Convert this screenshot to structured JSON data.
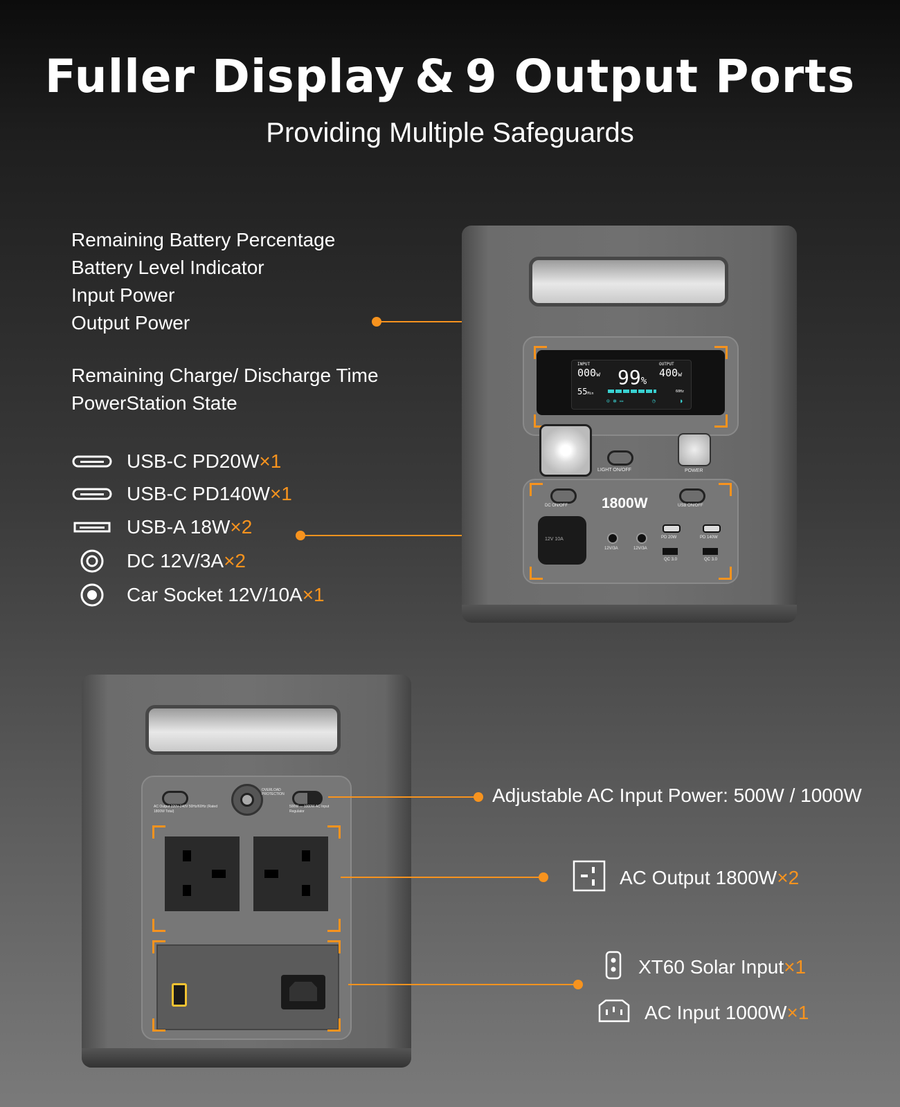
{
  "header": {
    "title_part1": "Fuller Display",
    "title_amp": "&",
    "title_part2": "9 Output Ports",
    "subtitle": "Providing Multiple Safeguards"
  },
  "display_features": [
    "Remaining Battery Percentage",
    "Battery Level Indicator",
    "Input Power",
    "Output Power"
  ],
  "display_features_2": [
    "Remaining Charge/ Discharge Time",
    "PowerStation State"
  ],
  "ports": [
    {
      "icon": "usb-c-icon",
      "label": "USB-C PD20W ",
      "count": "×1"
    },
    {
      "icon": "usb-c-icon",
      "label": "USB-C PD140W  ",
      "count": "×1"
    },
    {
      "icon": "usb-a-icon",
      "label": "USB-A 18W",
      "count": "×2"
    },
    {
      "icon": "dc-port-icon",
      "label": "DC 12V/3A ",
      "count": "×2"
    },
    {
      "icon": "car-socket-icon",
      "label": "Car Socket 12V/10A ",
      "count": "×1"
    }
  ],
  "rear_labels": {
    "ac_input_adjust": "Adjustable AC Input Power: 500W / 1000W",
    "ac_output": {
      "label": "AC Output 1800W ",
      "count": "×2"
    },
    "xt60": {
      "label": "XT60 Solar Input ",
      "count": "×1"
    },
    "ac_input": {
      "label": "AC Input 1000W ",
      "count": "×1"
    }
  },
  "front_device": {
    "screen": {
      "input_label": "INPUT",
      "input_value": "000",
      "input_unit": "w",
      "percent": "99",
      "percent_unit": "%",
      "output_label": "OUTPUT",
      "output_value": "400",
      "output_unit": "w",
      "time_value": "55",
      "time_unit": "Min",
      "freq": "60Hz"
    },
    "light_label": "LIGHT ON/OFF",
    "power_label": "POWER",
    "dc_label": "DC ON/OFF",
    "power_rating": "1800W",
    "usb_label": "USB ON/OFF",
    "car_label": "12V 10A",
    "dc1_label": "12V/3A",
    "dc2_label": "12V/3A",
    "pd20_label": "PD 20W",
    "pd140_label": "PD 140W",
    "qc1_label": "QC 3.0",
    "qc2_label": "QC 3.0"
  },
  "rear_device": {
    "ac_switch_label": "AC Output 220V-240V 50Hz/60Hz (Rated 1800W Total)",
    "overload_label": "OVERLOAD PROTECTION",
    "regulator_label": "500W ⇔ 1000W AC Input Regulator"
  },
  "colors": {
    "accent": "#f7931e",
    "screen_teal": "#39d1d1"
  }
}
